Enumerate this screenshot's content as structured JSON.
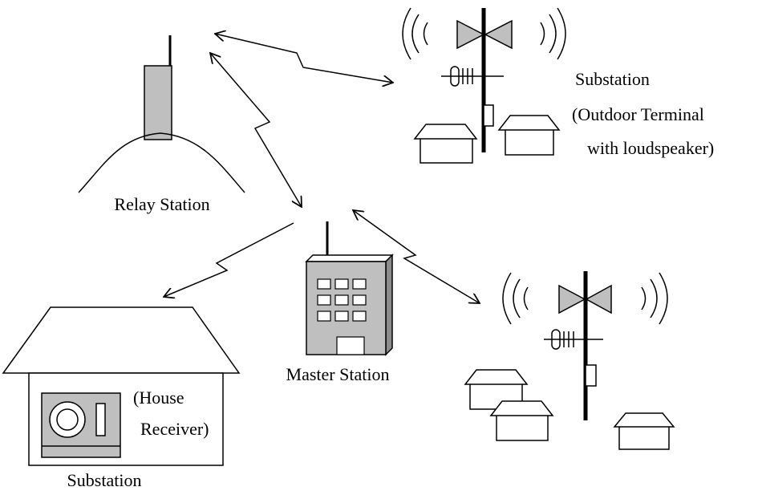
{
  "colors": {
    "line": "#000000",
    "gray_fill": "#bfbfbf",
    "white_fill": "#ffffff"
  },
  "nodes": {
    "relay_station": {
      "label": "Relay Station"
    },
    "master_station": {
      "label": "Master Station"
    },
    "outdoor_substation": {
      "line1": "Substation",
      "line2": "(Outdoor Terminal",
      "line3": "with loudspeaker)"
    },
    "house_substation": {
      "label": "Substation",
      "receiver_line1": "(House",
      "receiver_line2": "Receiver)"
    }
  },
  "icons": [
    "tower-icon",
    "hill-icon",
    "building-icon",
    "antenna-icon",
    "loudspeaker-icon",
    "sound-wave-icon",
    "house-icon",
    "radio-icon",
    "lightning-arrow-icon"
  ]
}
